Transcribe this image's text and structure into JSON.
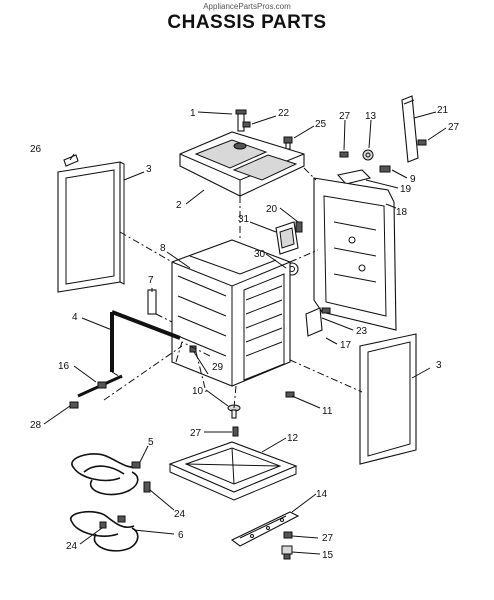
{
  "header": {
    "source": "AppliancePartsPros.com",
    "title": "CHASSIS PARTS"
  },
  "callouts": [
    "1",
    "22",
    "25",
    "27",
    "13",
    "21",
    "27",
    "26",
    "3",
    "2",
    "9",
    "19",
    "18",
    "31",
    "20",
    "8",
    "30",
    "7",
    "4",
    "23",
    "17",
    "3",
    "16",
    "29",
    "10",
    "11",
    "28",
    "27",
    "12",
    "5",
    "24",
    "14",
    "24",
    "6",
    "27",
    "15"
  ]
}
